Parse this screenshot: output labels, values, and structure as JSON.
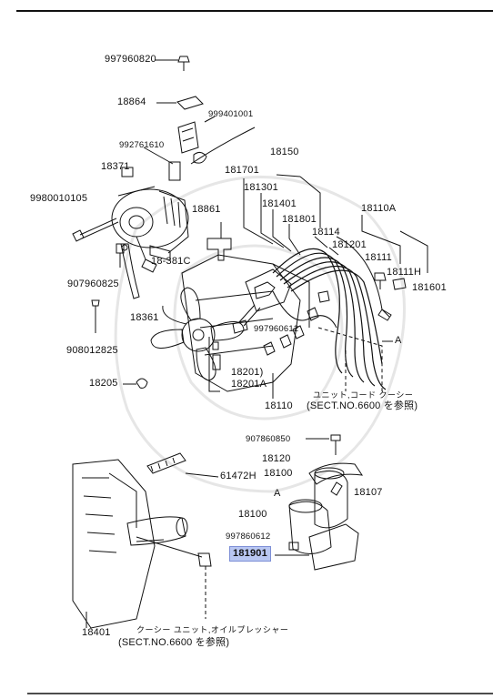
{
  "labels": {
    "p997960820": "997960820",
    "p18864": "18864",
    "p999401001": "999401001",
    "p992761610": "992761610",
    "p18371": "18371",
    "p18150": "18150",
    "p18170l": "181701",
    "p18130l": "181301",
    "p18140l": "181401",
    "p18180l": "181801",
    "p998001010": "9980010105",
    "p18861": "18861",
    "p18114": "18114",
    "p18110a": "18110A",
    "p18120l": "181201",
    "p18111": "18111",
    "p18111h": "18111H",
    "p18160l": "181601",
    "p18381c": "18-381C",
    "p907960825": "907960825",
    "p18361": "18361",
    "p997960612a": "997960612",
    "p908012825": "908012825",
    "pA1": "A",
    "p18201": "18201)",
    "p18201a": "18201A",
    "p18205": "18205",
    "p18110": "18110",
    "note1_line1": "ユニット,コード クーシー",
    "note1_line2": "(SECT.NO.6600  を参照)",
    "p907860850": "907860850",
    "p18120": "18120",
    "p61472h": "61472H",
    "p18100a": "18100",
    "p18107": "18107",
    "pA2": "A",
    "p18100b": "18100",
    "p997860612": "997860612",
    "p181901": "181901",
    "p18401": "18401",
    "note2_line1": "クーシー ユニット,オイルプレッシャー",
    "note2_line2": "(SECT.NO.6600 を参照)"
  },
  "colors": {
    "ink": "#111111",
    "highlight": "#b9c7f2",
    "highlight_border": "#7d8fd6"
  }
}
